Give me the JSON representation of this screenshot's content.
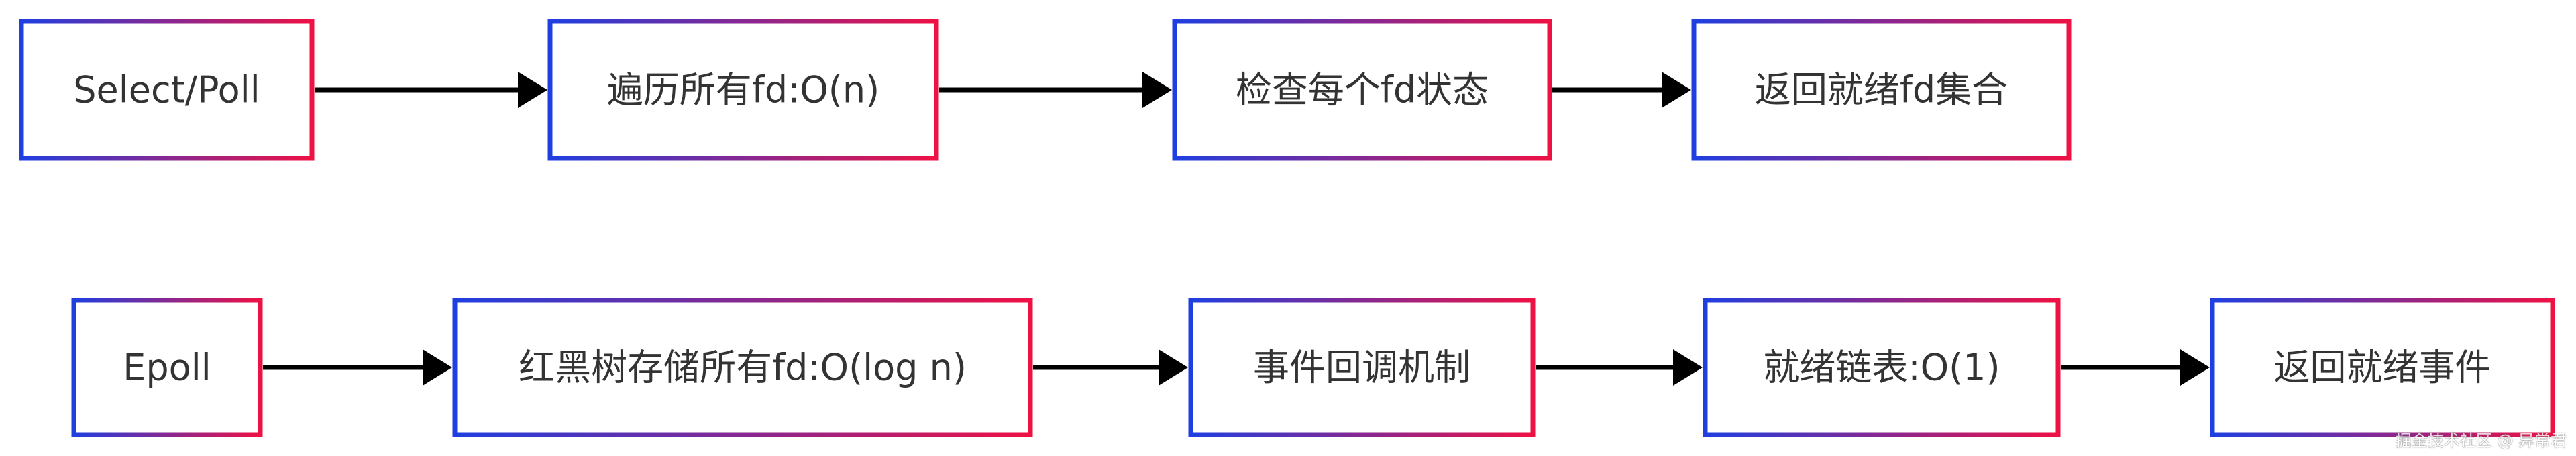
{
  "diagram": {
    "gradient": {
      "start": "#1f3fe0",
      "end": "#ee1144"
    },
    "rows": [
      {
        "id": "select-poll",
        "nodes": [
          {
            "id": "select-poll",
            "label": "Select/Poll"
          },
          {
            "id": "traverse-all-fd",
            "label": "遍历所有fd:O(n)"
          },
          {
            "id": "check-each-fd",
            "label": "检查每个fd状态"
          },
          {
            "id": "return-ready-set",
            "label": "返回就绪fd集合"
          }
        ]
      },
      {
        "id": "epoll",
        "nodes": [
          {
            "id": "epoll",
            "label": "Epoll"
          },
          {
            "id": "rbtree-store-fd",
            "label": "红黑树存储所有fd:O(log n)"
          },
          {
            "id": "event-callback",
            "label": "事件回调机制"
          },
          {
            "id": "ready-list",
            "label": "就绪链表:O(1)"
          },
          {
            "id": "return-ready-events",
            "label": "返回就绪事件"
          }
        ]
      }
    ]
  },
  "watermark": "掘金技术社区 @ 异常君"
}
